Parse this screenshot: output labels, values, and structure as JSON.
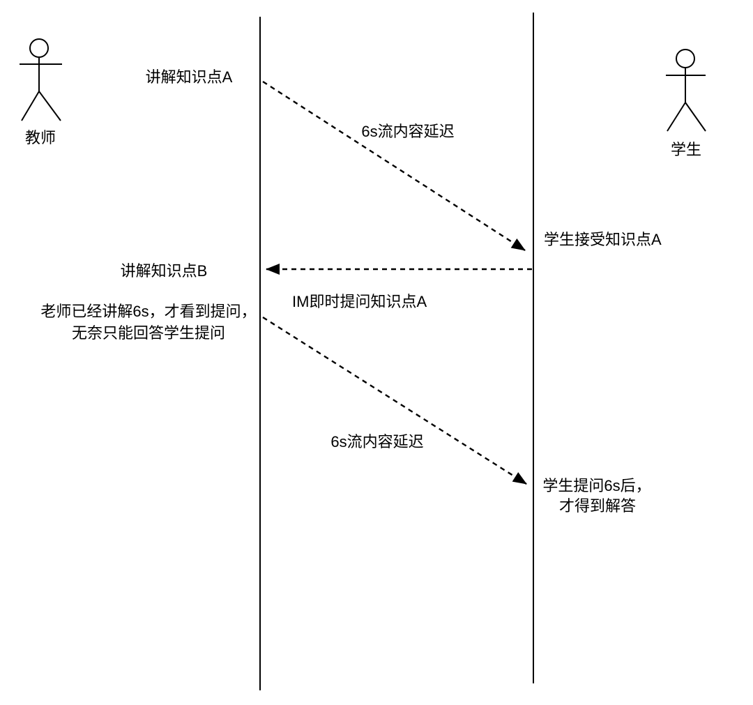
{
  "actors": {
    "teacher": {
      "label": "教师"
    },
    "student": {
      "label": "学生"
    }
  },
  "messages": {
    "teach_a": "讲解知识点A",
    "stream_delay_1": "6s流内容延迟",
    "receive_a": "学生接受知识点A",
    "teach_b": "讲解知识点B",
    "im_question": "IM即时提问知识点A",
    "teacher_note": {
      "line1": "老师已经讲解6s，才看到提问，",
      "line2": "无奈只能回答学生提问"
    },
    "stream_delay_2": "6s流内容延迟",
    "student_note": {
      "line1": "学生提问6s后，",
      "line2": "才得到解答"
    }
  },
  "colors": {
    "stroke": "#000000",
    "text": "#000000",
    "background": "#ffffff"
  }
}
